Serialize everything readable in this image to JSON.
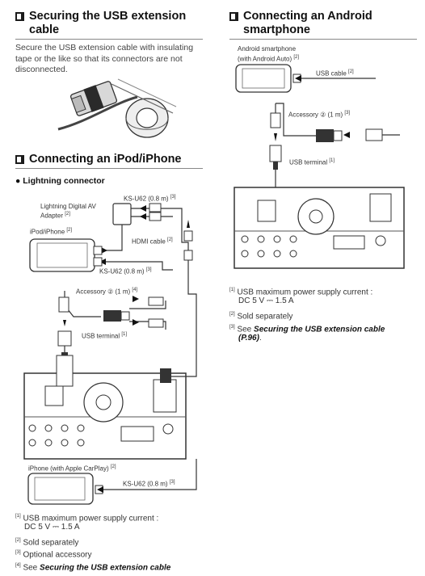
{
  "usb_ext": {
    "title_line1": "Securing the USB extension",
    "title_line2": "cable",
    "body": "Secure the USB extension cable with insulating tape or the like so that its connectors are not disconnected."
  },
  "iphone": {
    "title": "Connecting an iPod/iPhone",
    "subhead": "Lightning connector",
    "labels": {
      "ksu62_top": "KS-U62 (0.8 m)",
      "ksu62_top_note": "[3]",
      "adapter_l1": "Lightning Digital AV",
      "adapter_l2": "Adapter",
      "adapter_note": "[2]",
      "ipod": "iPod/iPhone",
      "ipod_note": "[2]",
      "hdmi": "HDMI cable",
      "hdmi_note": "[2]",
      "ksu62_mid": "KS-U62 (0.8 m)",
      "ksu62_mid_note": "[3]",
      "accessory": "Accessory ② (1 m)",
      "accessory_note": "[4]",
      "usb_terminal": "USB terminal",
      "usb_terminal_note": "[1]",
      "carplay": "iPhone (with Apple CarPlay)",
      "carplay_note": "[2]",
      "ksu62_bot": "KS-U62 (0.8 m)",
      "ksu62_bot_note": "[3]"
    },
    "footnotes": {
      "n1_mark": "[1]",
      "n1_a": "USB maximum power supply current :",
      "n1_b": "DC 5 V ⎓ 1.5 A",
      "n2_mark": "[2]",
      "n2": "Sold separately",
      "n3_mark": "[3]",
      "n3": "Optional accessory",
      "n4_mark": "[4]",
      "n4_prefix": "See",
      "n4_ref": "Securing the USB extension cable"
    }
  },
  "android": {
    "title_line1": "Connecting an Android",
    "title_line2": "smartphone",
    "labels": {
      "phone_l1": "Android smartphone",
      "phone_l2": "(with Android Auto)",
      "phone_note": "[2]",
      "usb_cable": "USB cable",
      "usb_cable_note": "[2]",
      "accessory": "Accessory ② (1 m)",
      "accessory_note": "[3]",
      "usb_terminal": "USB terminal",
      "usb_terminal_note": "[1]"
    },
    "footnotes": {
      "n1_mark": "[1]",
      "n1_a": "USB maximum power supply current :",
      "n1_b": "DC 5 V ⎓ 1.5 A",
      "n2_mark": "[2]",
      "n2": "Sold separately",
      "n3_mark": "[3]",
      "n3_prefix": "See",
      "n3_ref_a": "Securing the USB extension cable",
      "n3_ref_b": "(P.96)",
      "n3_end": "."
    }
  }
}
